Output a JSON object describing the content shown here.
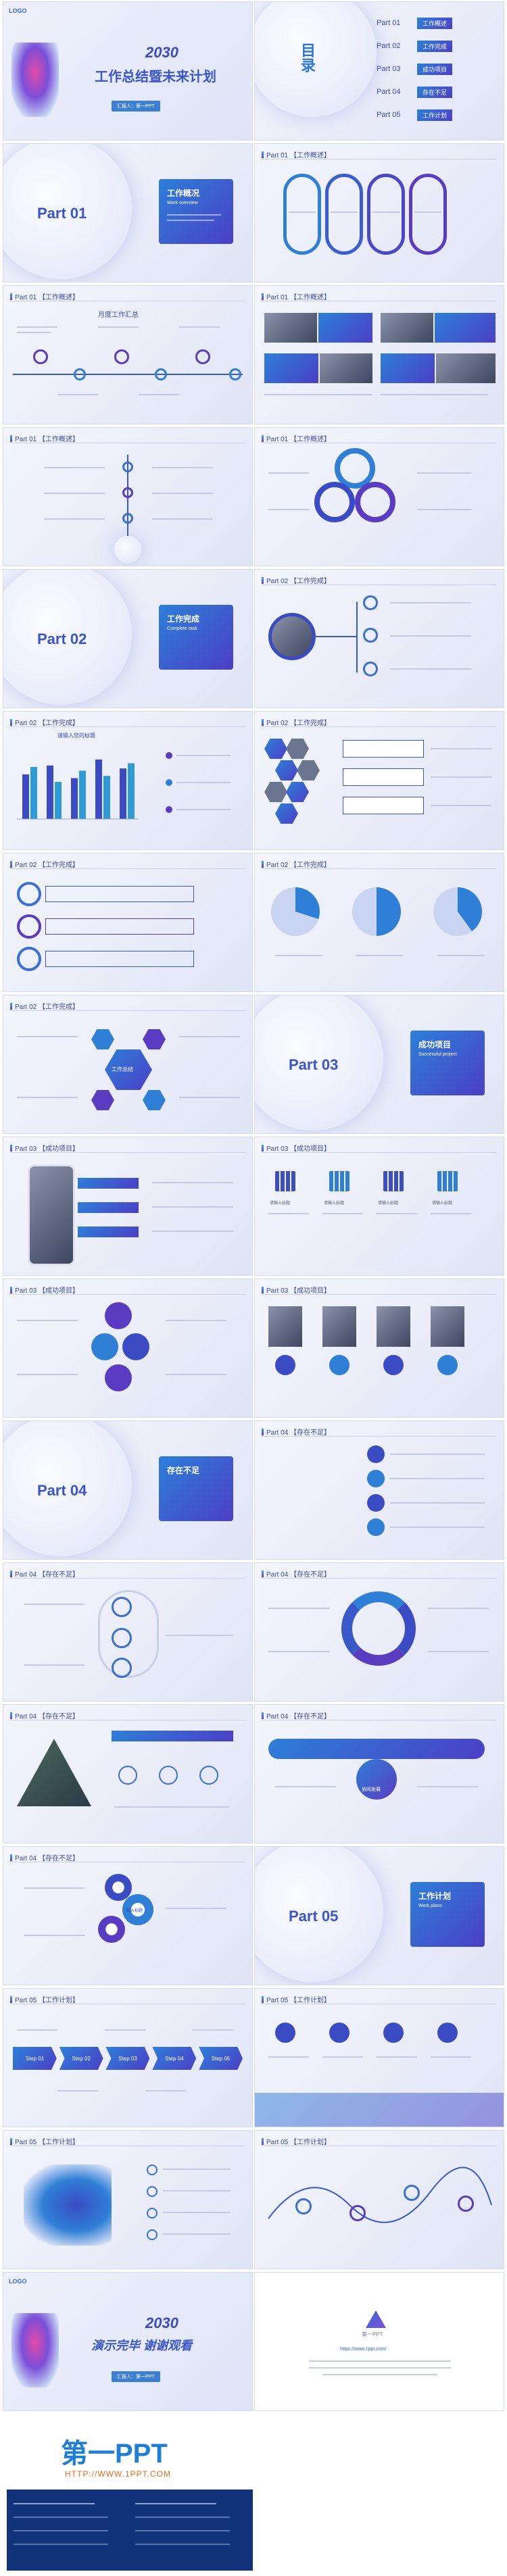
{
  "cover": {
    "logo": "LOGO",
    "year": "2030",
    "title": "工作总结暨未来计划",
    "name_tag": "汇报人：第一PPT"
  },
  "toc": {
    "heading": "目录",
    "items": [
      {
        "part": "Part 01",
        "label": "工作概述"
      },
      {
        "part": "Part 02",
        "label": "工作完成"
      },
      {
        "part": "Part 03",
        "label": "成功项目"
      },
      {
        "part": "Part 04",
        "label": "存在不足"
      },
      {
        "part": "Part 05",
        "label": "工作计划"
      }
    ]
  },
  "sections": [
    {
      "part": "Part 01",
      "cn": "工作概况",
      "en": "Work overview"
    },
    {
      "part": "Part 02",
      "cn": "工作完成",
      "en": "Complete task"
    },
    {
      "part": "Part 03",
      "cn": "成功项目",
      "en": "Successful project"
    },
    {
      "part": "Part 04",
      "cn": "存在不足",
      "en": ""
    },
    {
      "part": "Part 05",
      "cn": "工作计划",
      "en": "Work plans"
    }
  ],
  "headers": {
    "p1": "Part 01 【工作概述】",
    "p2": "Part 02 【工作完成】",
    "p3": "Part 03 【成功项目】",
    "p4": "Part 04 【存在不足】",
    "p5": "Part 05 【工作计划】"
  },
  "timeline_title": "月度工作汇总",
  "chart_title": "请输入您的标题",
  "hex_center": "工作总结",
  "steps": [
    "Step 01",
    "Step 02",
    "Step 03",
    "Step 04",
    "Step 05"
  ],
  "gear_center": "输入标题",
  "bubble_label": "请输入标题",
  "placeholder": "请输入标题",
  "s34_label": "协同发展",
  "chart_data": [
    {
      "type": "bar",
      "title": "请输入您的标题",
      "categories": [
        "",
        "",
        "",
        "",
        ""
      ],
      "series": [
        {
          "values": [
            60,
            72,
            55,
            80,
            68
          ]
        },
        {
          "values": [
            70,
            50,
            65,
            58,
            75
          ]
        }
      ],
      "ylim": [
        0,
        100
      ]
    },
    {
      "type": "pie",
      "title": "",
      "values": [
        30,
        70
      ]
    },
    {
      "type": "pie",
      "title": "",
      "values": [
        50,
        50
      ]
    },
    {
      "type": "pie",
      "title": "",
      "values": [
        40,
        60
      ]
    }
  ],
  "ending": {
    "logo": "LOGO",
    "year": "2030",
    "title": "演示完毕 谢谢观看",
    "name_tag": "汇报人：第一PPT"
  },
  "credits": {
    "brand": "第一PPT",
    "url": "https://www.1ppt.com/"
  },
  "footer": {
    "logo": "第一PPT",
    "url": "HTTP://WWW.1PPT.COM"
  }
}
